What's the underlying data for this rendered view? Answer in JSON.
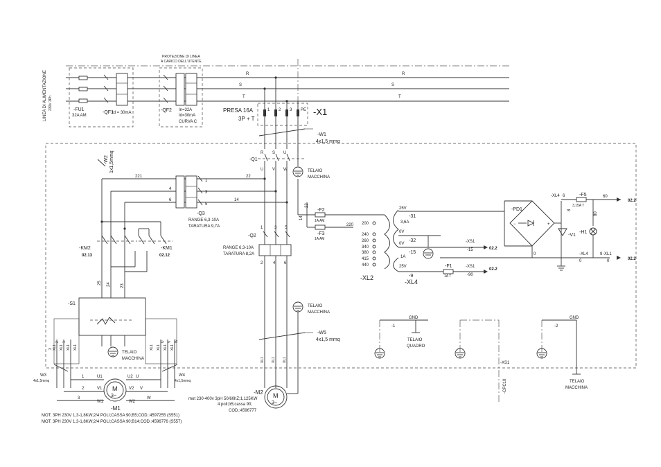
{
  "power_line": {
    "title": "LINEA DI ALIMENTAZIONE",
    "spec": "230V 3Ph",
    "phase_r": "R",
    "phase_s": "S",
    "phase_t": "T"
  },
  "fu1": {
    "tag": "-FU1",
    "rating": "32A AM"
  },
  "qf1": {
    "tag": "-QF1",
    "rating": "Id = 30mA"
  },
  "qf2": {
    "header_line1": "PROTEZIONE DI LINEA",
    "header_line2": "A CARICO DELL'UTENTE",
    "tag": "-QF2",
    "in": "In=32A",
    "id": "Id=30mA",
    "curve": "CURVA C"
  },
  "x1": {
    "label_line1": "PRESA 16A",
    "label_line2": "3P + T",
    "tag": "-X1",
    "pins": [
      "1",
      "2",
      "3",
      "PE"
    ]
  },
  "w1": {
    "tag": "-W1",
    "spec": "4x1,5 mmq"
  },
  "q1": {
    "tag": "-Q1",
    "in_r": "R",
    "in_s": "S",
    "in_u": "U",
    "out_u": "U",
    "out_v": "V",
    "out_w": "W"
  },
  "telaio": "TELAIO",
  "macchina": "MACCHINA",
  "w2": {
    "tag": "-W2",
    "spec": "1x1,5mmq"
  },
  "wire_numbers": {
    "n221": "221",
    "n22a": "22",
    "n22b": "22",
    "n4": "4",
    "n6": "6",
    "n1": "1",
    "n3": "3",
    "n5": "5",
    "n14a": "14",
    "n14b": "14",
    "n220": "220",
    "n25": "25",
    "n24": "24",
    "n23": "23",
    "n0": "0",
    "n8": "8",
    "n60": "60",
    "n80": "80"
  },
  "q3": {
    "tag": "-Q3",
    "range": "RANGE 6,3-10A",
    "setting": "TARATURA 9,7A"
  },
  "q2": {
    "tag": "-Q2",
    "range": "RANGE 6,3-10A",
    "setting": "TARATURA 8,2A",
    "terminals_top": [
      "1",
      "3",
      "5"
    ],
    "terminals_bottom": [
      "2",
      "4",
      "6"
    ]
  },
  "km2": {
    "tag": "-KM2",
    "ref": "02.13"
  },
  "km1": {
    "tag": "-KM1",
    "ref": "02.12"
  },
  "f2": {
    "tag": "-F2",
    "rating": "1A AM"
  },
  "f3": {
    "tag": "-F3",
    "rating": "1A AM"
  },
  "xl2": {
    "tag": "-XL2",
    "primary_taps": [
      "200",
      "240",
      "260",
      "340",
      "380",
      "415",
      "440"
    ]
  },
  "transformer_secondary": {
    "v25": "25V",
    "a36": "3,6A",
    "v0": "0V",
    "a1": "1A",
    "v25b": "25V",
    "t31": "-31",
    "t32": "-32",
    "t15": "-15",
    "t9": "-9"
  },
  "xl4": {
    "tag": "-XL4",
    "t6": "6",
    "t0": "0",
    "t90": "-90"
  },
  "f5": {
    "tag": "-F5",
    "rating": "3,15A T"
  },
  "pd1": {
    "tag": "-PD1"
  },
  "v1": {
    "tag": "-V1"
  },
  "h1": {
    "tag": "-H1"
  },
  "xl1": {
    "tag": "-XL1",
    "t9": "9",
    "t0": "0"
  },
  "xs1": {
    "tag": "-XS1",
    "t15": "-15",
    "t90": "-90"
  },
  "f1": {
    "tag": "-F1",
    "rating": "1A T"
  },
  "refs": {
    "r1": "02.2",
    "r2": "02.2",
    "r3": "02.2",
    "r4": "02.2"
  },
  "s1": {
    "tag": "-S1"
  },
  "w3": {
    "tag": "W3",
    "spec": "4x1,5mmq"
  },
  "w4": {
    "tag": "W4",
    "spec": "4x1,5mmq"
  },
  "w5": {
    "tag": "-W5",
    "spec": "4x1,5 mmq"
  },
  "m1": {
    "tag": "-M1",
    "desc_line1": "MOT. 3PH 230V 1,3-1,8KW;2/4 POLI;CASSA 90;B5;COD.:4597255 (S551)",
    "desc_line2": "MOT. 3PH 230V 1,3-1,8KW;2/4 POLI;CASSA 90;B14;COD.:4596776 (S557)",
    "u1": "U1",
    "v1": "V1",
    "w1": "W1",
    "u2": "U2",
    "v2": "V2",
    "w2": "W2",
    "n1": "1",
    "n2": "2",
    "n3": "3",
    "nu": "U",
    "nv": "V",
    "nw": "W",
    "terminal_labels": [
      "XL1",
      "XL1",
      "XL1",
      "XL1",
      "XL1",
      "XL1",
      "XL1",
      "XL1"
    ]
  },
  "m2": {
    "tag": "-M2",
    "desc_line1": "mot 230-400v 3pH 50/60hZ;1,125KW",
    "desc_line2": "4 poli;b5;cassa 90;",
    "desc_line3": "COD.:4596777",
    "terminal_labels": [
      "XL1",
      "XL1",
      "XL1"
    ]
  },
  "gnd": {
    "label": "GND",
    "t1": "-1",
    "t2": "-2"
  },
  "telaio_quadro_line1": "TELAIO",
  "telaio_quadro_line2": "QUADRO",
  "cpc10": "-CPC10",
  "xs1_bottom": "-XS1",
  "motor_symbol": {
    "m": "M",
    "phase": "3~"
  }
}
